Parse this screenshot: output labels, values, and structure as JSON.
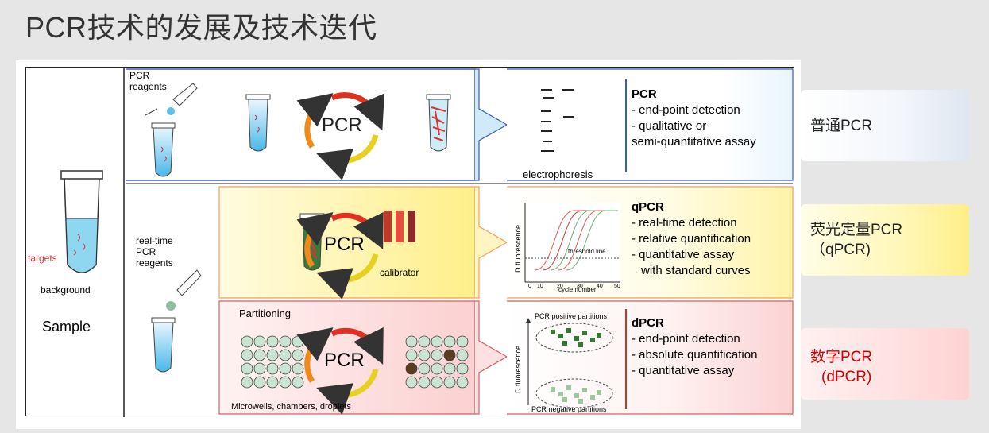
{
  "title": "PCR技术的发展及技术迭代",
  "diagram": {
    "sample": {
      "label": "Sample",
      "targets": "targets",
      "background": "background"
    },
    "row_pcr": {
      "reagents": [
        "PCR",
        "reagents"
      ],
      "cycle_label": "PCR",
      "readout_label": "electrophoresis",
      "heading": "PCR",
      "bullets": [
        "- end-point detection",
        "- qualitative or",
        "semi-quantitative assay"
      ]
    },
    "row_qpcr": {
      "reagents": [
        "real-time",
        "PCR",
        "reagents"
      ],
      "cycle_label": "PCR",
      "calibrator": "calibrator",
      "chart": {
        "ylabel": "D fluorescence",
        "xlabel": "cycle number",
        "threshold": "threshold line",
        "ticks": [
          "0",
          "10",
          "20",
          "30",
          "40",
          "50"
        ]
      },
      "heading": "qPCR",
      "bullets": [
        "- real-time detection",
        "- relative quantification",
        "- quantitative assay",
        "with standard curves"
      ]
    },
    "row_dpcr": {
      "partitioning": "Partitioning",
      "cycle_label": "PCR",
      "partition_types": "Microwells, chambers, droplets",
      "chart": {
        "ylabel": "D fluorescence",
        "positive": "PCR positive partitions",
        "negative": "PCR negative partitions"
      },
      "heading": "dPCR",
      "bullets": [
        "- end-point detection",
        "- absolute quantification",
        "- quantitative assay"
      ]
    }
  },
  "sidebar": {
    "pcr": [
      "普通PCR"
    ],
    "qpcr": [
      "荧光定量PCR",
      "（qPCR)"
    ],
    "dpcr": [
      "数字PCR",
      "(dPCR)"
    ]
  }
}
